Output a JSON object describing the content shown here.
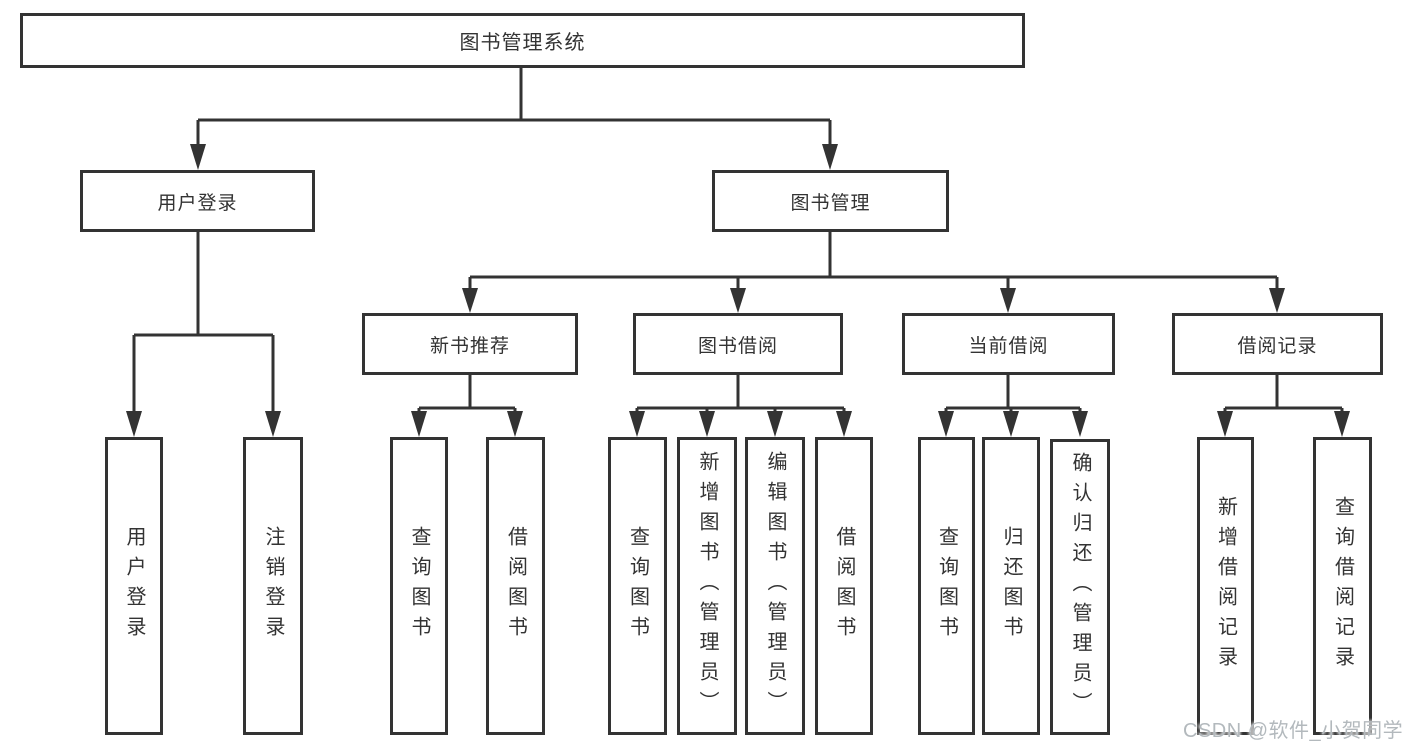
{
  "diagram": {
    "root": {
      "label": "图书管理系统"
    },
    "level2": [
      {
        "label": "用户登录"
      },
      {
        "label": "图书管理"
      }
    ],
    "level3": [
      {
        "label": "新书推荐"
      },
      {
        "label": "图书借阅"
      },
      {
        "label": "当前借阅"
      },
      {
        "label": "借阅记录"
      }
    ],
    "leaves": {
      "user_login": [
        "用户登录",
        "注销登录"
      ],
      "new_book_recommend": [
        "查询图书",
        "借阅图书"
      ],
      "book_borrowing": [
        "查询图书",
        "新增图书（管理员）",
        "编辑图书（管理员）",
        "借阅图书"
      ],
      "current_borrowing": [
        "查询图书",
        "归还图书",
        "确认归还（管理员）"
      ],
      "borrowing_records": [
        "新增借阅记录",
        "查询借阅记录"
      ]
    },
    "colors": {
      "line": "#333333",
      "text": "#333333",
      "background": "#ffffff"
    },
    "watermark": {
      "label": "CSDN @软件_小贺同学",
      "color": "#b3b9bd"
    }
  }
}
